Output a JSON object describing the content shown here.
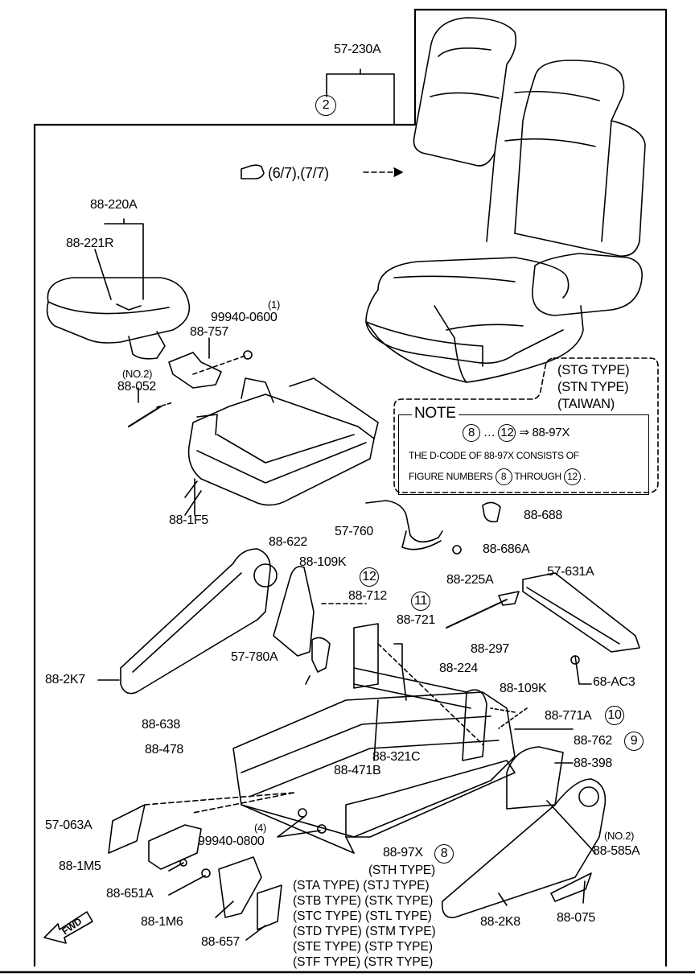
{
  "callouts": {
    "p57_230a": "57-230A",
    "circle2": "2",
    "ref_pages": "(6/7),(7/7)",
    "p88_220a": "88-220A",
    "p88_221r": "88-221R",
    "p99940_0600": "99940-0600",
    "qty1": "(1)",
    "p88_757": "88-757",
    "no2_a": "(NO.2)",
    "p88_052": "88-052",
    "p88_1f5": "88-1F5",
    "p57_760": "57-760",
    "p88_688": "88-688",
    "p88_686a": "88-686A",
    "p88_622": "88-622",
    "p88_109k_a": "88-109K",
    "circle12": "12",
    "p88_712": "88-712",
    "circle11": "11",
    "p88_721": "88-721",
    "p88_225a": "88-225A",
    "p57_631a": "57-631A",
    "p88_297": "88-297",
    "p88_224": "88-224",
    "p57_780a": "57-780A",
    "p88_2k7": "88-2K7",
    "p68_ac3": "68-AC3",
    "p88_109k_b": "88-109K",
    "p88_771a": "88-771A",
    "circle10": "10",
    "p88_638": "88-638",
    "p88_762": "88-762",
    "circle9": "9",
    "p88_478": "88-478",
    "p88_321c": "88-321C",
    "p88_398": "88-398",
    "p88_471b": "88-471B",
    "p57_063a": "57-063A",
    "qty4": "(4)",
    "p99940_0800": "99940-0800",
    "no2_b": "(NO.2)",
    "p88_585a": "88-585A",
    "p88_1m5": "88-1M5",
    "p88_97x": "88-97X",
    "circle8": "8",
    "p88_651a": "88-651A",
    "p88_1m6": "88-1M6",
    "p88_2k8": "88-2K8",
    "p88_075": "88-075",
    "p88_657": "88-657",
    "fwd": "FWD"
  },
  "types_box": {
    "lines": [
      "(STG TYPE)",
      "(STN TYPE)",
      "(TAIWAN)"
    ]
  },
  "note": {
    "title": "NOTE",
    "c8": "8",
    "ellipsis": "…",
    "c12": "12",
    "arrow_target": "⇒ 88-97X",
    "line2": "THE D-CODE OF  88-97X  CONSISTS OF",
    "line3a": "FIGURE NUMBERS",
    "c8b": "8",
    "line3b": "THROUGH",
    "c12b": "12",
    "dot": "."
  },
  "type_list": {
    "col_right_top": "(STH TYPE)",
    "rows": [
      [
        "(STA TYPE)",
        "(STJ TYPE)"
      ],
      [
        "(STB TYPE)",
        "(STK TYPE)"
      ],
      [
        "(STC TYPE)",
        "(STL TYPE)"
      ],
      [
        "(STD TYPE)",
        "(STM TYPE)"
      ],
      [
        "(STE TYPE)",
        "(STP TYPE)"
      ],
      [
        "(STF TYPE)",
        "(STR TYPE)"
      ]
    ]
  }
}
